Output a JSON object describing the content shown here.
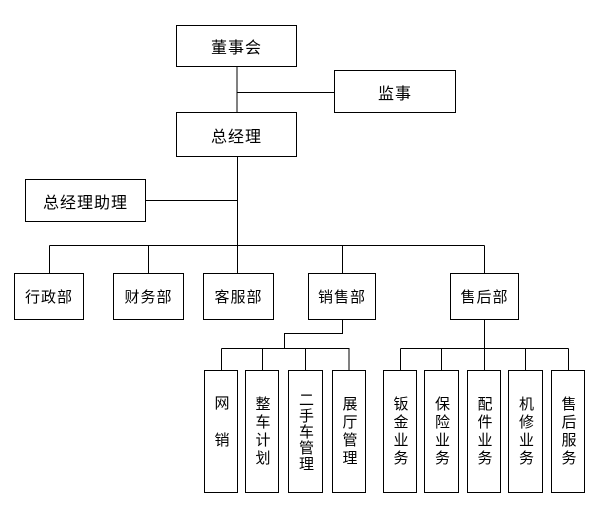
{
  "diagram": {
    "type": "org-chart",
    "colors": {
      "background": "#ffffff",
      "line": "#000000",
      "box_border": "#000000",
      "text": "#000000"
    },
    "nodes": {
      "board": {
        "label": "董事会"
      },
      "supervisor": {
        "label": "监事"
      },
      "general_manager": {
        "label": "总经理"
      },
      "gm_assistant": {
        "label": "总经理助理"
      }
    },
    "departments": [
      {
        "label": "行政部"
      },
      {
        "label": "财务部"
      },
      {
        "label": "客服部"
      },
      {
        "label": "销售部"
      },
      {
        "label": "售后部"
      }
    ],
    "sales_subunits": [
      {
        "label": "网销"
      },
      {
        "label": "整车计划"
      },
      {
        "label": "二手车管理"
      },
      {
        "label": "展厅管理"
      }
    ],
    "aftersales_subunits": [
      {
        "label": "钣金业务"
      },
      {
        "label": "保险业务"
      },
      {
        "label": "配件业务"
      },
      {
        "label": "机修业务"
      },
      {
        "label": "售后服务"
      }
    ]
  }
}
